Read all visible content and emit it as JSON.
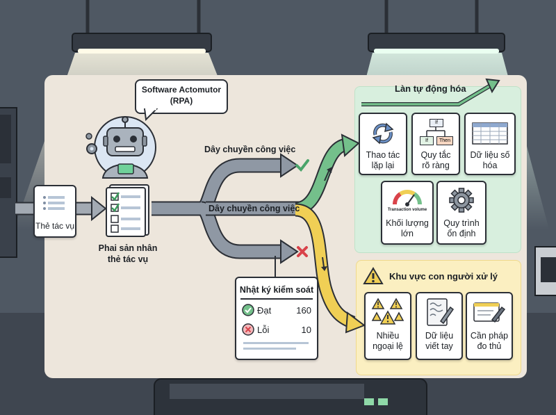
{
  "bot": {
    "bubble_line1": "Software Actomutor",
    "bubble_line2": "(RPA)"
  },
  "input": {
    "label": "Thẻ tác vụ"
  },
  "doc": {
    "label_line1": "Phai sản nhân",
    "label_line2": "thẻ tác vụ"
  },
  "lanes": {
    "top": "Dây chuyền công việc",
    "middle": "Dây chuyền công việc"
  },
  "automation": {
    "title": "Làn tự động hóa",
    "cards": [
      {
        "line1": "Thao tác",
        "line2": "lặp lại",
        "icon": "cycle-icon"
      },
      {
        "line1": "Quy tắc",
        "line2": "rõ ràng",
        "icon": "flowchart-icon",
        "tag_if_top": "If",
        "tag_if": "If",
        "tag_then": "Then"
      },
      {
        "line1": "Dữ liệu số",
        "line2": "hóa",
        "icon": "spreadsheet-icon"
      },
      {
        "line1": "Khối lượng",
        "line2": "lớn",
        "icon": "gauge-icon",
        "gauge_label": "Transaction volume"
      },
      {
        "line1": "Quy trình",
        "line2": "ổn định",
        "icon": "gear-icon"
      }
    ]
  },
  "human": {
    "title": "Khu vực con người xử lý",
    "cards": [
      {
        "line1": "Nhiều",
        "line2": "ngoại lệ",
        "icon": "warning-triangles-icon"
      },
      {
        "line1": "Dữ liệu",
        "line2": "viết tay",
        "icon": "handwriting-icon"
      },
      {
        "line1": "Cần pháp",
        "line2": "đo thủ",
        "icon": "pen-form-icon"
      }
    ]
  },
  "log": {
    "title": "Nhật ký kiểm soát",
    "rows": [
      {
        "label": "Đạt",
        "value": "160",
        "status": "pass"
      },
      {
        "label": "Lỗi",
        "value": "10",
        "status": "fail"
      }
    ]
  },
  "colors": {
    "panel": "#ede6dc",
    "green": "#74c08b",
    "yellow": "#f0cf55",
    "gray_arrow": "#8f98a4",
    "red": "#d9434a"
  }
}
